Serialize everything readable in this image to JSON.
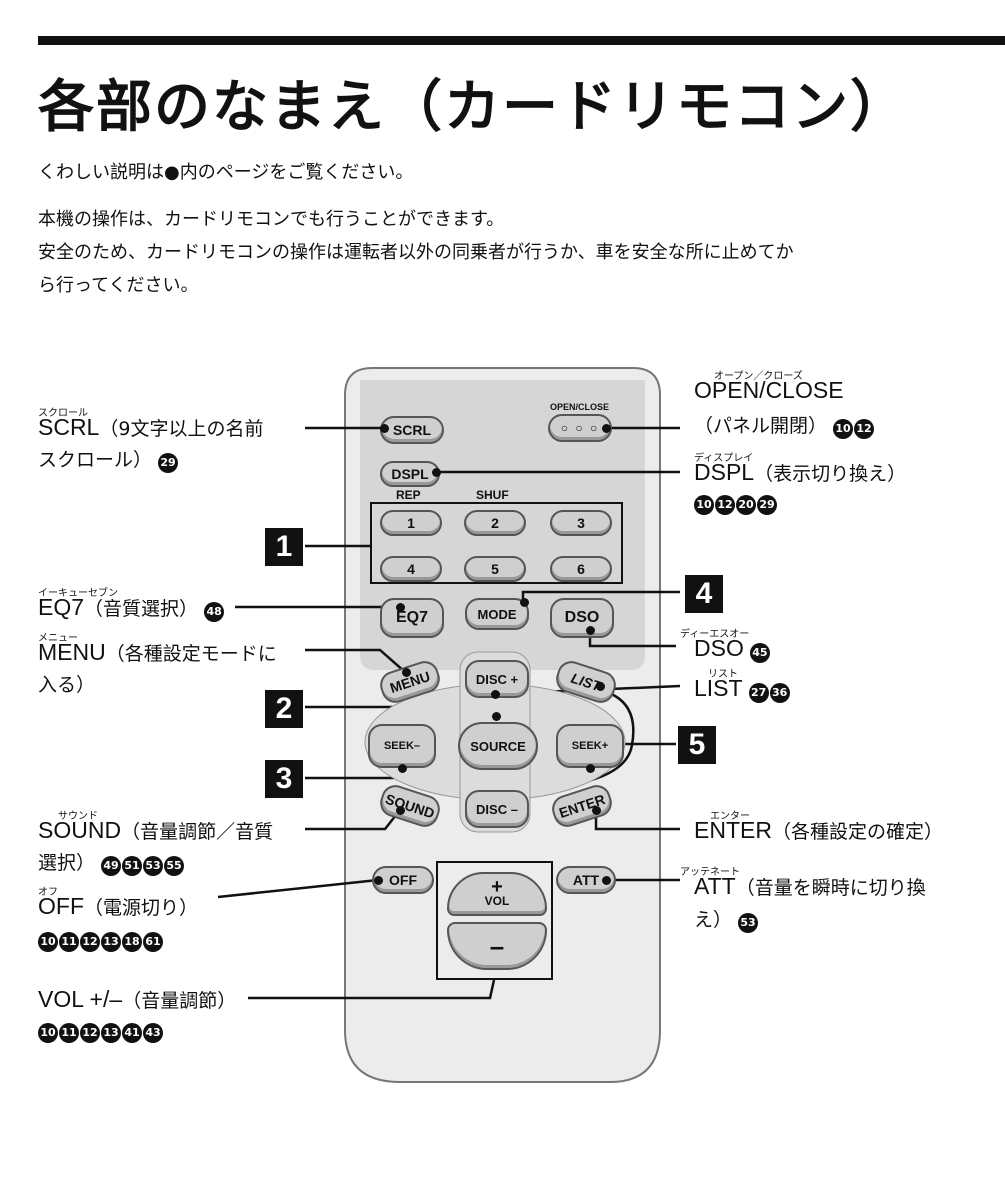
{
  "title": "各部のなまえ（カードリモコン）",
  "intro": {
    "line1": "くわしい説明は●内のページをご覧ください。",
    "line2": "本機の操作は、カードリモコンでも行うことができます。",
    "line3": "安全のため、カードリモコンの操作は運転者以外の同乗者が行うか、車を安全な所に止めてか",
    "line4": "ら行ってください。"
  },
  "remote": {
    "buttons": {
      "scrl": "SCRL",
      "openclose": "OPEN/CLOSE",
      "dspl": "DSPL",
      "rep": "REP",
      "shuf": "SHUF",
      "n1": "1",
      "n2": "2",
      "n3": "3",
      "n4": "4",
      "n5": "5",
      "n6": "6",
      "eq7": "EQ7",
      "mode": "MODE",
      "dso": "DSO",
      "menu": "MENU",
      "disc_plus": "DISC +",
      "list": "LIST",
      "source": "SOURCE",
      "seek_minus": "SEEK–",
      "seek_plus": "SEEK+",
      "sound": "SOUND",
      "disc_minus": "DISC –",
      "enter": "ENTER",
      "off": "OFF",
      "att": "ATT",
      "vol_plus": "+",
      "vol": "VOL",
      "vol_minus": "–"
    },
    "boxes": {
      "b1": "1",
      "b2": "2",
      "b3": "3",
      "b4": "4",
      "b5": "5"
    }
  },
  "labels": {
    "scrl": {
      "ruby": "スクロール",
      "name": "SCRL",
      "desc": "（9文字以上の名前",
      "desc2": "スクロール）",
      "refs": [
        "29"
      ]
    },
    "openclose": {
      "ruby": "オープン／クローズ",
      "name": "OPEN/CLOSE",
      "desc": "（パネル開閉）",
      "refs": [
        "10",
        "12"
      ]
    },
    "dspl": {
      "ruby": "ディスプレイ",
      "name": "DSPL",
      "desc": "（表示切り換え）",
      "refs": [
        "10",
        "12",
        "20",
        "29"
      ]
    },
    "eq7": {
      "ruby": "イーキューセブン",
      "name": "EQ7",
      "desc": "（音質選択）",
      "refs": [
        "48"
      ]
    },
    "menu": {
      "ruby": "メニュー",
      "name": "MENU",
      "desc": "（各種設定モードに",
      "desc2": "入る）"
    },
    "dso": {
      "ruby": "ディーエスオー",
      "name": "DSO",
      "refs": [
        "45"
      ]
    },
    "list": {
      "ruby": "リスト",
      "name": "LIST",
      "refs": [
        "27",
        "36"
      ]
    },
    "sound": {
      "ruby": "サウンド",
      "name": "SOUND",
      "desc": "（音量調節／音質",
      "desc2": "選択）",
      "refs": [
        "49",
        "51",
        "53",
        "55"
      ]
    },
    "enter": {
      "ruby": "エンター",
      "name": "ENTER",
      "desc": "（各種設定の確定）"
    },
    "off": {
      "ruby": "オフ",
      "name": "OFF",
      "desc": "（電源切り）",
      "refs": [
        "10",
        "11",
        "12",
        "13",
        "18",
        "61"
      ]
    },
    "att": {
      "ruby": "アッテネート",
      "name": "ATT",
      "desc": "（音量を瞬時に切り換",
      "desc2": "え）",
      "refs": [
        "53"
      ]
    },
    "vol": {
      "name": "VOL +/–",
      "desc": "（音量調節）",
      "refs": [
        "10",
        "11",
        "12",
        "13",
        "41",
        "43"
      ]
    }
  }
}
